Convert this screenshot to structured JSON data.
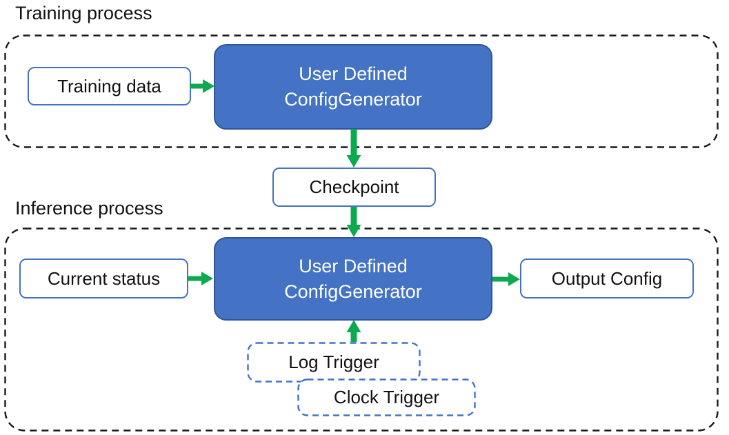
{
  "diagram": {
    "training_section": {
      "title": "Training process",
      "nodes": {
        "training_data": "Training data",
        "config_generator": {
          "line1": "User Defined",
          "line2": "ConfigGenerator"
        }
      }
    },
    "checkpoint_node": "Checkpoint",
    "inference_section": {
      "title": "Inference process",
      "nodes": {
        "current_status": "Current status",
        "config_generator": {
          "line1": "User Defined",
          "line2": "ConfigGenerator"
        },
        "output_config": "Output Config",
        "log_trigger": "Log Trigger",
        "clock_trigger": "Clock Trigger"
      }
    },
    "colors": {
      "generator_fill": "#4472C4",
      "generator_border": "#2F5597",
      "box_border": "#4472C4",
      "trigger_border": "#4472C4",
      "arrow_green": "#0CA94F",
      "container_dash": "#1a1a1a",
      "text_dark": "#111111",
      "text_light": "#ffffff"
    }
  }
}
